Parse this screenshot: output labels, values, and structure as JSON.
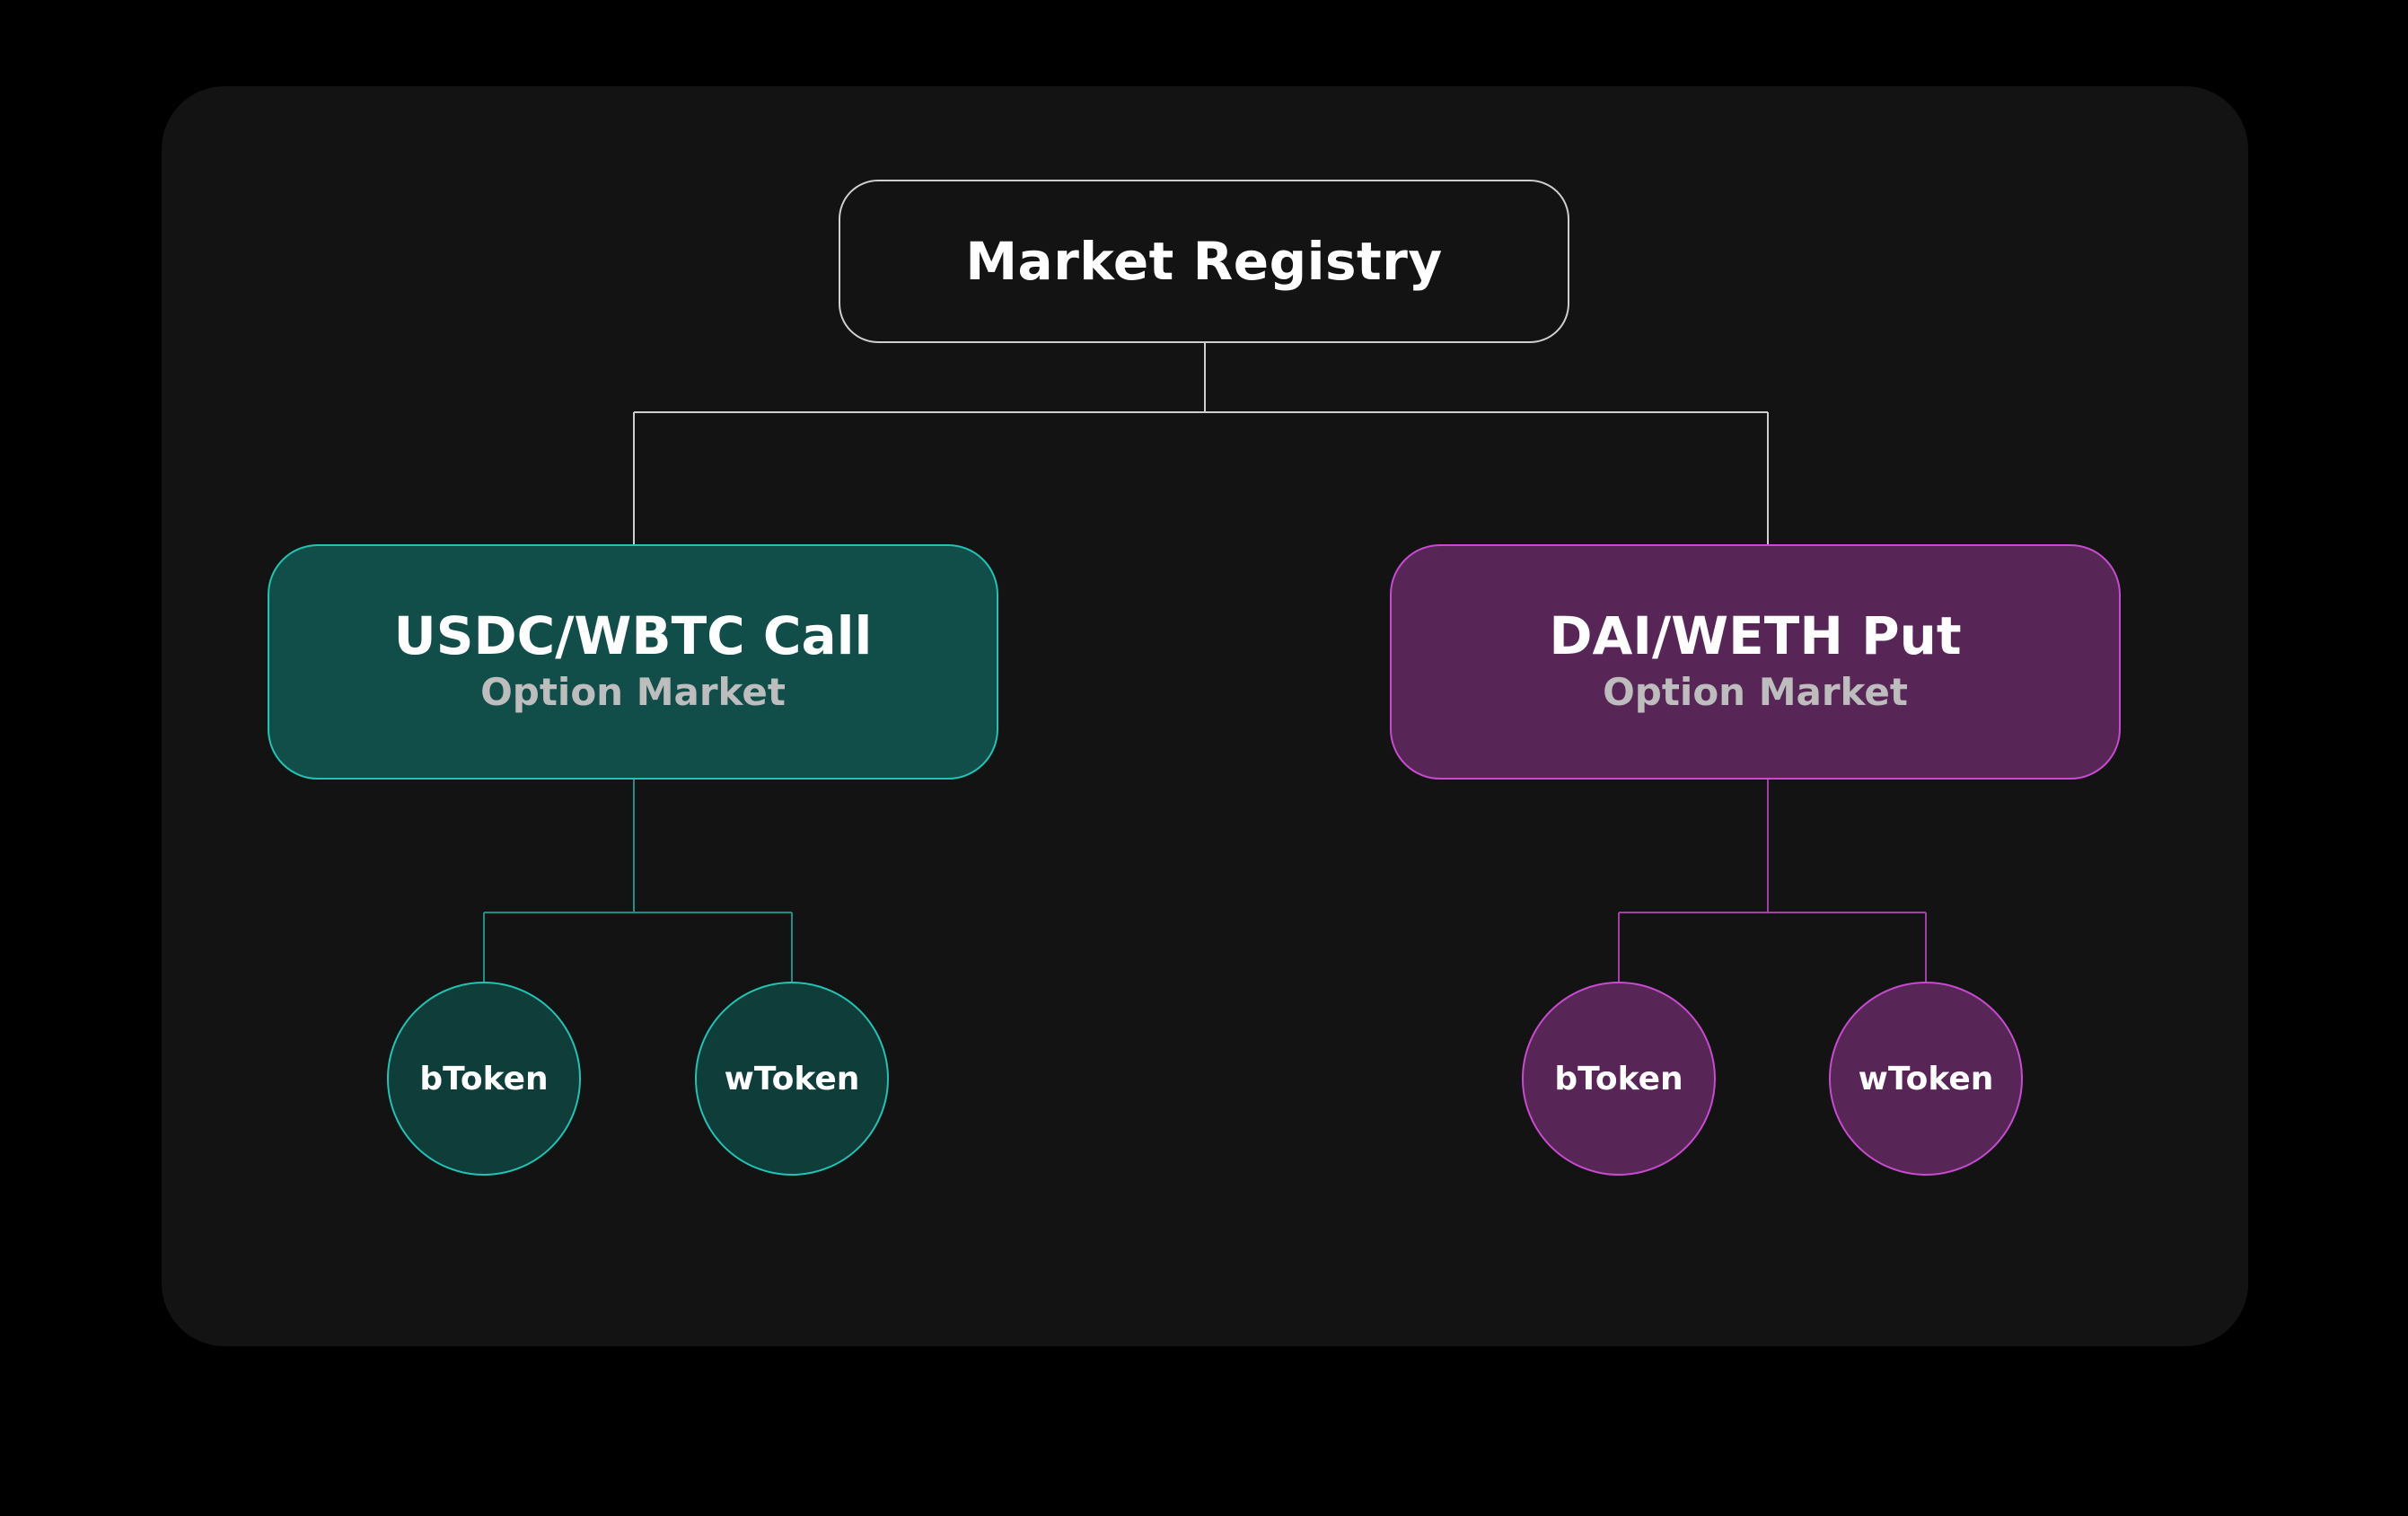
{
  "diagram": {
    "root": {
      "label": "Market Registry"
    },
    "markets": [
      {
        "title": "USDC/WBTC Call",
        "subtitle": "Option Market",
        "tokens": [
          "bToken",
          "wToken"
        ]
      },
      {
        "title": "DAI/WETH Put",
        "subtitle": "Option Market",
        "tokens": [
          "bToken",
          "wToken"
        ]
      }
    ]
  },
  "colors": {
    "background": "#000000",
    "panel": "#131313",
    "teal_fill": "#114e49",
    "teal_border": "#20c4b4",
    "purple_fill": "#572657",
    "purple_border": "#c74bcf",
    "neutral_line": "#cfcfcf"
  }
}
